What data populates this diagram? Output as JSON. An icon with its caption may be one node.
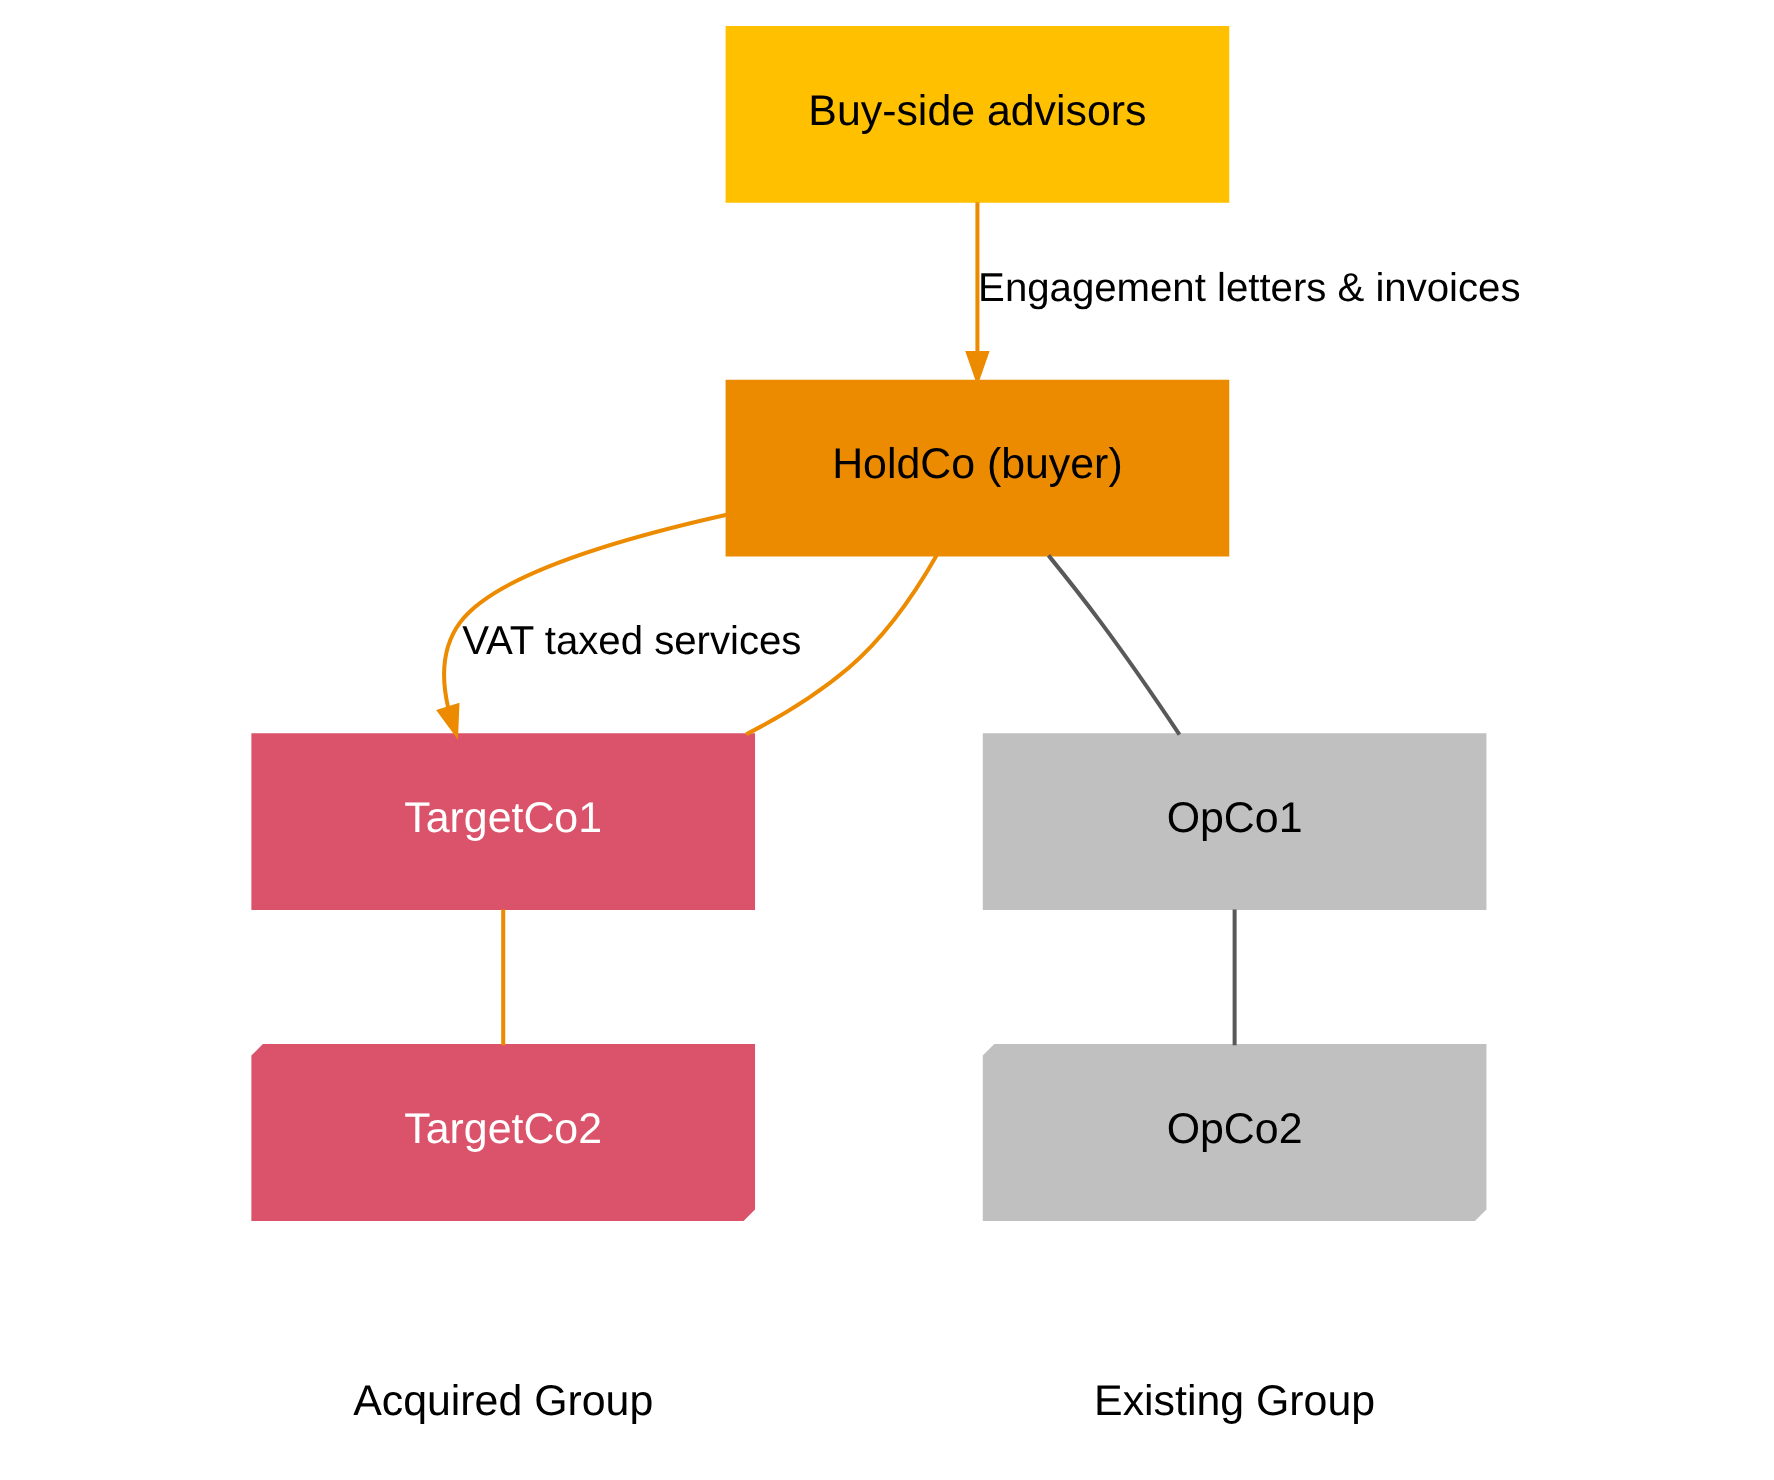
{
  "diagram": {
    "nodes": [
      {
        "text": [
          "Buy-side advisors"
        ]
      },
      {
        "text": [
          "HoldCo (buyer)"
        ]
      },
      {
        "text": [
          "TargetCo1"
        ]
      },
      {
        "text": [
          "TargetCo2"
        ]
      },
      {
        "text": [
          "OpCo1"
        ]
      },
      {
        "text": [
          "OpCo2"
        ]
      }
    ],
    "edges": [
      {
        "from": 0,
        "to": 1,
        "arrow": "to",
        "label": "Engagement letters & invoices"
      },
      {
        "from": 1,
        "to": 2,
        "arrow": "to",
        "label": "VAT taxed services"
      },
      {
        "from": 1,
        "to": 2,
        "arrow": "none"
      },
      {
        "from": 1,
        "to": 4,
        "arrow": "none",
        "color": "#595959"
      },
      {
        "from": 2,
        "to": 3,
        "arrow": "none"
      },
      {
        "from": 4,
        "to": 5,
        "arrow": "none",
        "color": "#595959"
      }
    ],
    "labels": [
      "Acquired Group",
      "Existing Group"
    ]
  }
}
